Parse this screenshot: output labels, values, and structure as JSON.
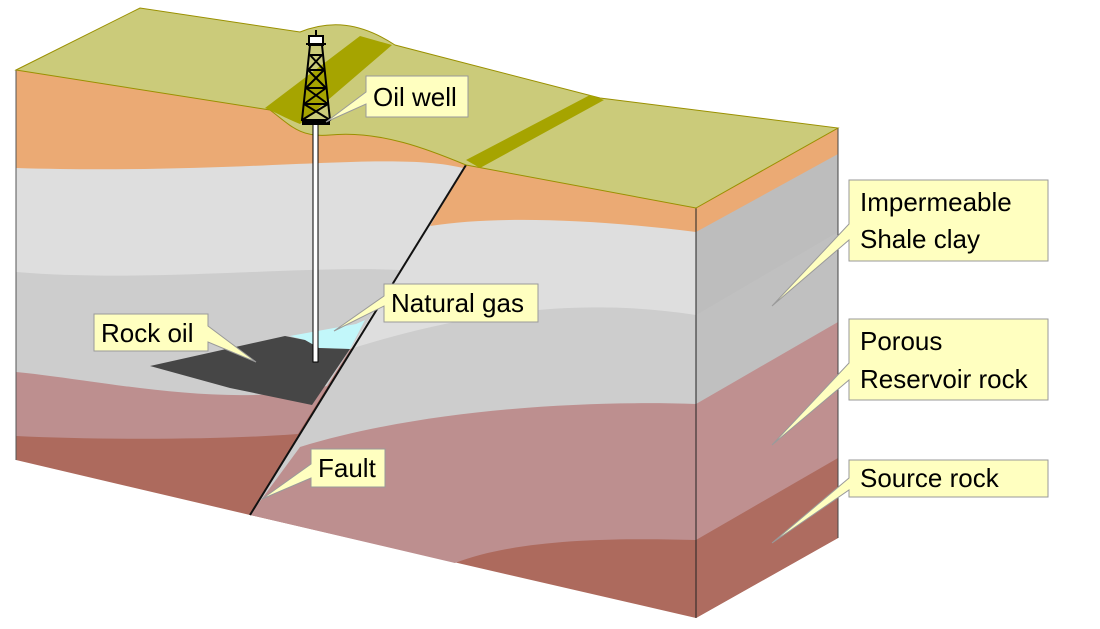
{
  "colors": {
    "surface": "#cbcb7a",
    "surface_dark": "#a6a400",
    "topsoil": "#ebaa74",
    "shale_light": "#dedede",
    "shale_mid": "#cdcdcd",
    "shale_side": "#bdbdbd",
    "reservoir": "#bd8f8f",
    "reservoir_side": "#bf9090",
    "source": "#ad6a5d",
    "oil": "#464646",
    "gas": "#c2f7fa",
    "callout_fill": "#ffffc0",
    "callout_border": "#9a9a9a"
  },
  "labels": {
    "oil_well": "Oil well",
    "natural_gas": "Natural gas",
    "rock_oil": "Rock oil",
    "fault": "Fault",
    "impermeable_line1": "Impermeable",
    "impermeable_line2": "Shale clay",
    "porous_line1": "Porous",
    "porous_line2": "Reservoir rock",
    "source_rock": "Source rock"
  }
}
